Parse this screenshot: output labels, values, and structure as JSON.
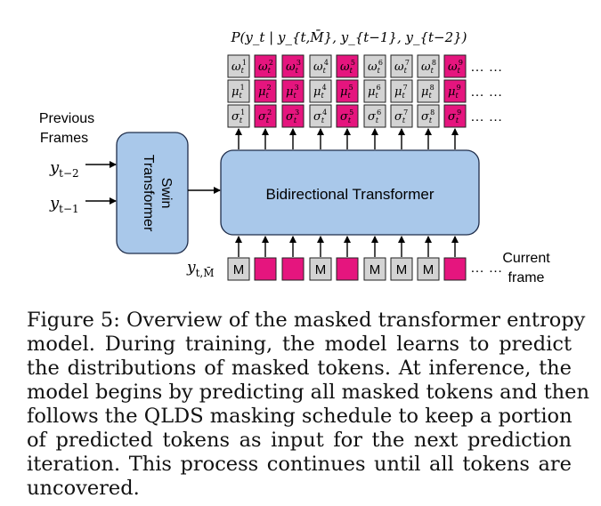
{
  "diagram": {
    "top_formula": "P(y_t | y_{t,M̄}, y_{t−1}, y_{t−2})",
    "previous_frames_label": [
      "Previous",
      "Frames"
    ],
    "inputs": [
      {
        "base": "y",
        "sub": "t−2"
      },
      {
        "base": "y",
        "sub": "t−1"
      }
    ],
    "swin_label": [
      "Swin",
      "Transformer"
    ],
    "bidirectional_label": "Bidirectional Transformer",
    "masked_input_label": {
      "base": "y",
      "sub": "t,M̄"
    },
    "current_frame_label": [
      "Current",
      "frame"
    ],
    "ellipsis": "… …",
    "mask_token": "M",
    "colors": {
      "grey_token": "#d3d3d3",
      "pink_token": "#e5157e",
      "transformer_fill": "#a9c8ea",
      "transformer_stroke": "#1f2d4a"
    },
    "output_rows": [
      {
        "symbol": "ω",
        "pattern": [
          "grey",
          "pink",
          "pink",
          "grey",
          "pink",
          "grey",
          "grey",
          "grey",
          "pink"
        ]
      },
      {
        "symbol": "μ",
        "pattern": [
          "grey",
          "pink",
          "pink",
          "grey",
          "pink",
          "grey",
          "grey",
          "grey",
          "pink"
        ]
      },
      {
        "symbol": "σ",
        "pattern": [
          "grey",
          "pink",
          "pink",
          "grey",
          "pink",
          "grey",
          "grey",
          "grey",
          "pink"
        ]
      }
    ],
    "input_tokens": [
      "M",
      "",
      "",
      "M",
      "",
      "M",
      "M",
      "M",
      ""
    ]
  },
  "caption_lines": [
    "Figure 5: Overview of the masked transformer entropy",
    "model. During training, the model learns to predict",
    "the distributions of masked tokens. At inference, the",
    "model begins by predicting all masked tokens and then",
    "follows the QLDS masking schedule to keep a portion",
    "of predicted tokens as input for the next prediction",
    "iteration. This process continues until all tokens are",
    "uncovered."
  ]
}
